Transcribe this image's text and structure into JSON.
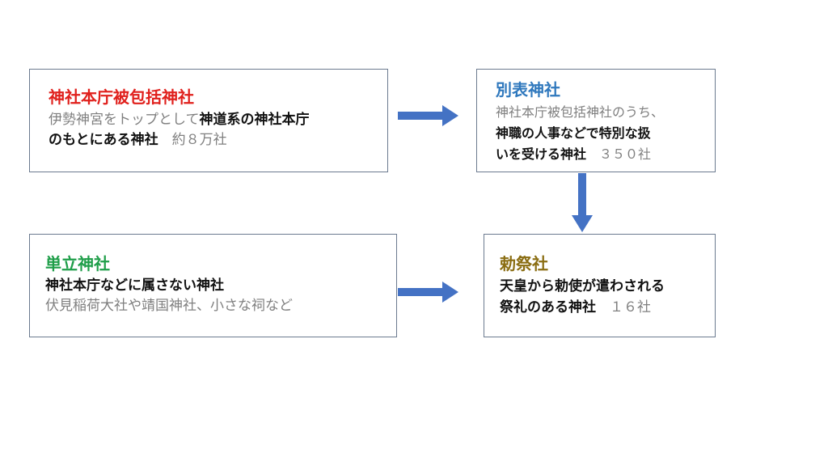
{
  "colors": {
    "title_red": "#e0201c",
    "title_blue": "#2f78bd",
    "title_green": "#1f9e49",
    "title_olive": "#8a6d12",
    "arrow": "#4472c4"
  },
  "boxes": {
    "honcho": {
      "title": "神社本庁被包括神社",
      "line1_gray": "伊勢神宮をトップとして",
      "line1_bold": "神道系の神社本庁",
      "line2_bold": "のもとにある神社",
      "line2_gray": "　約８万社"
    },
    "beppyo": {
      "title": "別表神社",
      "line1_gray": "神社本庁被包括神社のうち、",
      "line2_bold": "神職の人事などで特別な扱",
      "line3_bold": "いを受ける神社",
      "line3_gray": "　３５０社"
    },
    "tanritsu": {
      "title": "単立神社",
      "line1_bold": "神社本庁などに属さない神社",
      "line2_gray": "伏見稲荷大社や靖国神社、小さな祠など"
    },
    "chokusai": {
      "title": "勅祭社",
      "line1_bold": "天皇から勅使が遣わされる",
      "line2_bold": "祭礼のある神社",
      "line2_gray": "　１６社"
    }
  }
}
